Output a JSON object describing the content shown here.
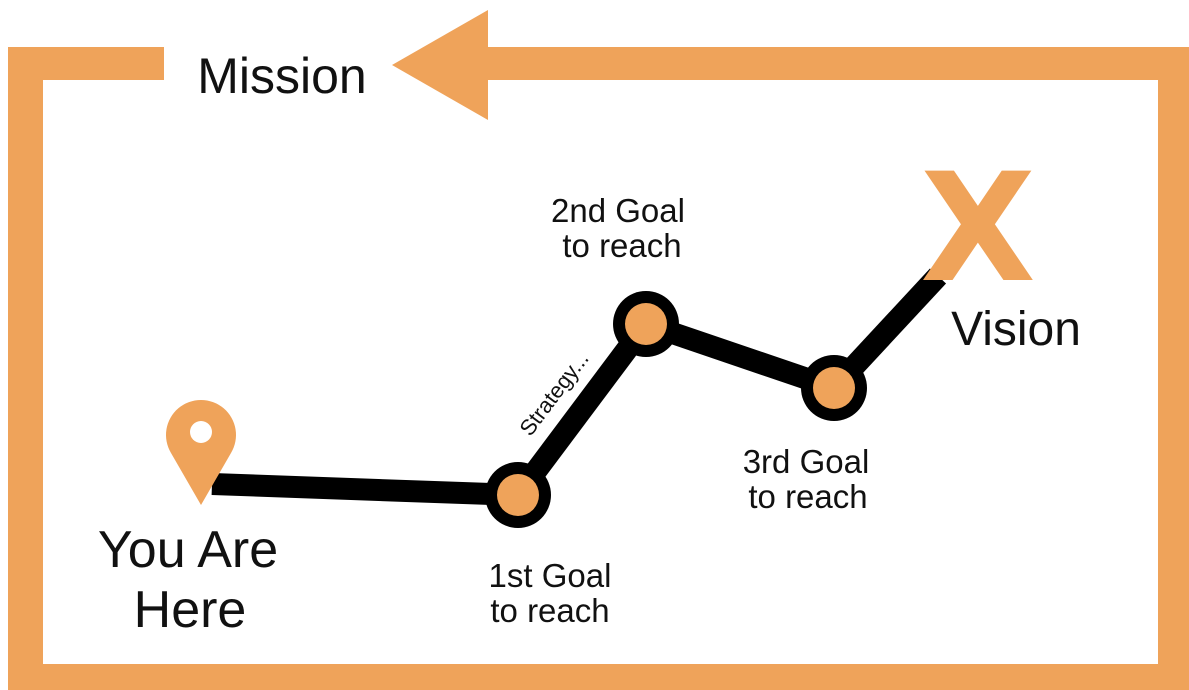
{
  "mission_label": "Mission",
  "vision_label": "Vision",
  "vision_marker_text": "X",
  "strategy_label": "Strategy...",
  "start": {
    "line1": "You Are",
    "line2": "Here",
    "icon": "location-pin-icon"
  },
  "goals": [
    {
      "line1": "1st Goal",
      "line2": "to reach"
    },
    {
      "line1": "2nd Goal",
      "line2": "to reach"
    },
    {
      "line1": "3rd Goal",
      "line2": "to reach"
    }
  ],
  "colors": {
    "accent": "#EFA35A",
    "path": "#000000",
    "text": "#111111",
    "background": "#FFFFFF"
  }
}
